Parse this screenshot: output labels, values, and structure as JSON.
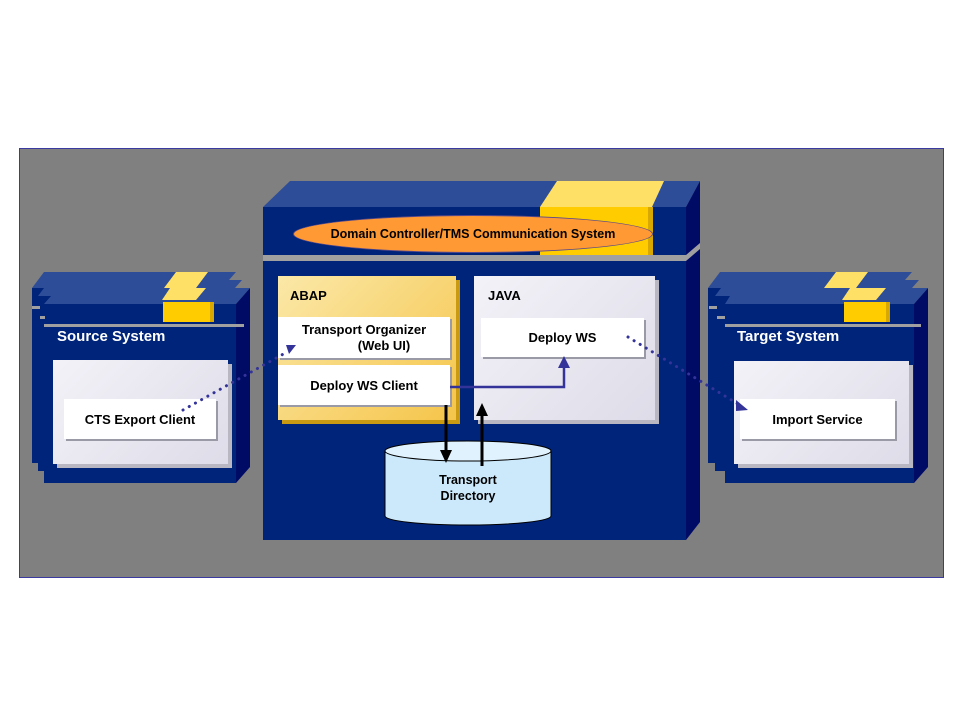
{
  "diagram": {
    "central_system": {
      "communication_label": "Domain Controller/TMS Communication System",
      "abap": {
        "title": "ABAP",
        "transport_organizer": "Transport Organizer",
        "transport_organizer_sub": "(Web UI)",
        "deploy_ws_client": "Deploy WS Client"
      },
      "java": {
        "title": "JAVA",
        "deploy_ws": "Deploy WS"
      },
      "transport_directory": {
        "line1": "Transport",
        "line2": "Directory"
      }
    },
    "source_system": {
      "title": "Source System",
      "component": "CTS Export Client"
    },
    "target_system": {
      "title": "Target System",
      "component": "Import Service"
    },
    "colors": {
      "background": "#808080",
      "system_navy": "#002479",
      "accent_yellow": "#ffcc00",
      "comm_orange": "#ff9933",
      "abap_panel": "#f7c650",
      "storage_fill": "#cce9fb",
      "connector_blue": "#333399"
    }
  }
}
